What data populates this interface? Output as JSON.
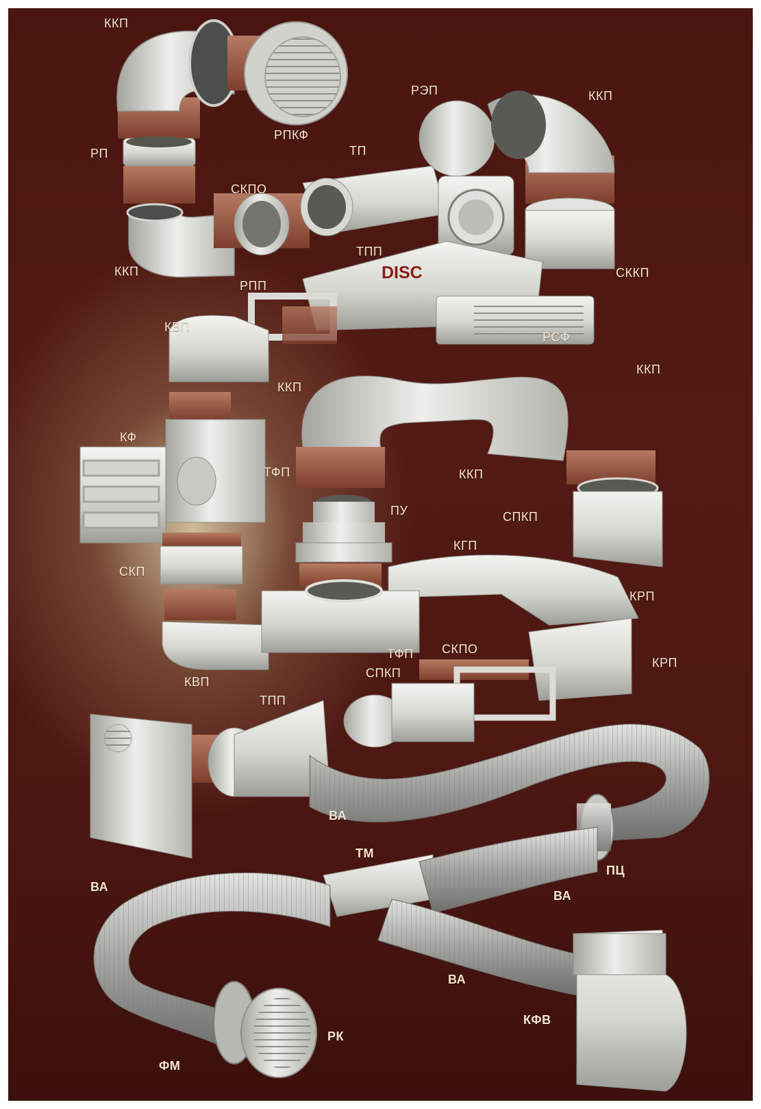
{
  "brand": "DISC",
  "palette": {
    "background": "#4f1712",
    "plastic": "#d9d9d4",
    "connector": "#9c5a44",
    "aluminium": "#a9a9a6",
    "label": "#f2e6cf",
    "brand": "#8a1c14"
  },
  "labels": {
    "kkp_top": "ККП",
    "rpkf": "РПКФ",
    "rep": "РЭП",
    "kkp_top_right": "ККП",
    "rp": "РП",
    "tp": "ТП",
    "skpo_top": "СКПО",
    "kkp_left": "ККП",
    "tpp_top": "ТПП",
    "skkp": "СККП",
    "rpp": "РПП",
    "kvp_top": "КВП",
    "rsf": "РСФ",
    "kkp_mid_right": "ККП",
    "kkp_mid_left": "ККП",
    "kf": "КФ",
    "tfp_left": "ТФП",
    "kkp_center": "ККП",
    "pu": "ПУ",
    "spkp_right": "СПКП",
    "kgp": "КГП",
    "skp": "СКП",
    "krp_upper": "КРП",
    "tfp_center": "ТФП",
    "skpo_center": "СКПО",
    "krp_lower": "КРП",
    "kvp_bottom": "КВП",
    "spkp_center": "СПКП",
    "tpp_bottom": "ТПП",
    "va_upper": "ВА",
    "tm": "ТМ",
    "pc": "ПЦ",
    "va_left": "ВА",
    "va_right": "ВА",
    "va_bottom": "ВА",
    "kfv": "КФВ",
    "rk": "РК",
    "fm": "ФМ"
  }
}
